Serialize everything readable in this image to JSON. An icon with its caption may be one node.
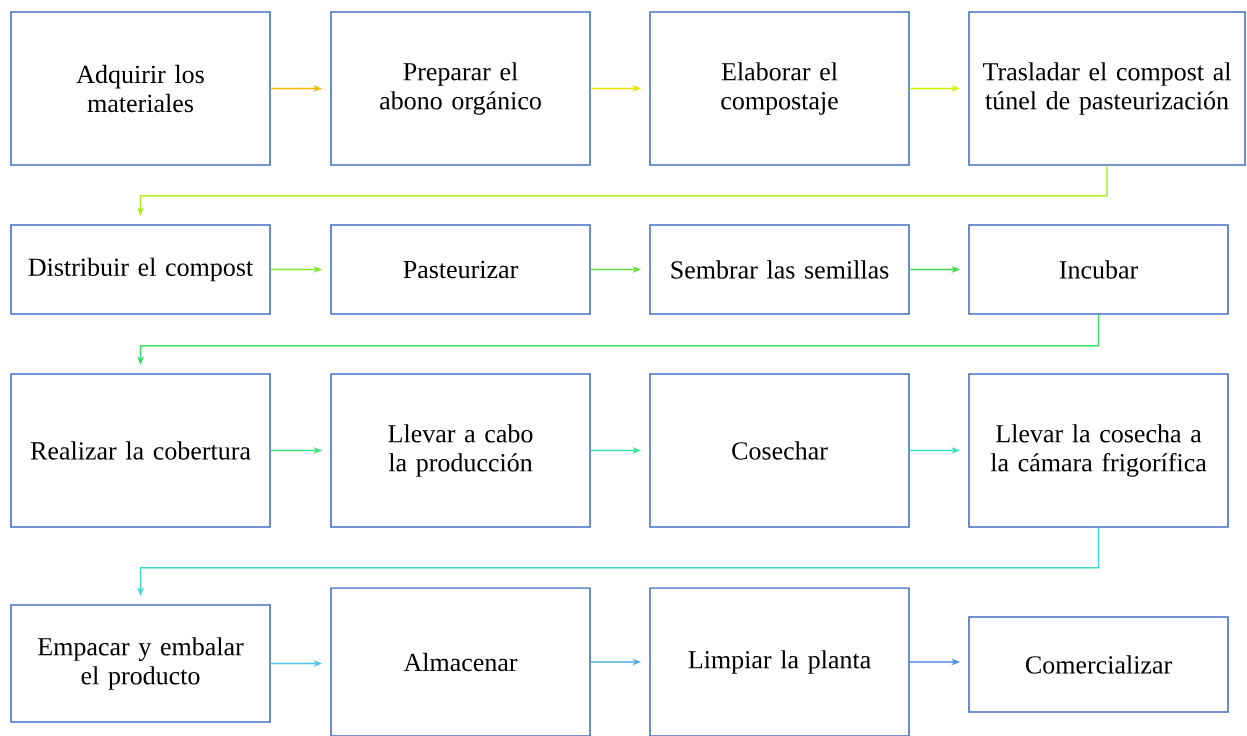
{
  "diagram": {
    "nodes": [
      {
        "text": [
          "Adquirir los materiales"
        ]
      },
      {
        "text": [
          "Preparar el abono orgánico"
        ]
      },
      {
        "text": [
          "Elaborar el compostaje"
        ]
      },
      {
        "text": [
          "Trasladar el compost al túnel de pasteurización"
        ]
      },
      {
        "text": [
          "Distribuir el compost"
        ]
      },
      {
        "text": [
          "Pasteurizar"
        ]
      },
      {
        "text": [
          "Sembrar las semillas"
        ]
      },
      {
        "text": [
          "Incubar"
        ]
      },
      {
        "text": [
          "Realizar la cobertura"
        ]
      },
      {
        "text": [
          "Llevar a cabo la producción"
        ]
      },
      {
        "text": [
          "Cosechar"
        ]
      },
      {
        "text": [
          "Llevar la cosecha a la cámara frigorífica"
        ]
      },
      {
        "text": [
          "Empacar y embalar el producto"
        ]
      },
      {
        "text": [
          "Almacenar"
        ]
      },
      {
        "text": [
          "Limpiar la planta"
        ]
      },
      {
        "text": [
          "Comercializar"
        ]
      }
    ],
    "edges": [
      {
        "from": 0,
        "to": 1,
        "arrow": "to",
        "color": "#f5b800"
      },
      {
        "from": 1,
        "to": 2,
        "arrow": "to",
        "color": "#f0e000"
      },
      {
        "from": 2,
        "to": 3,
        "arrow": "to",
        "color": "#d4f000"
      },
      {
        "from": 3,
        "to": 4,
        "arrow": "to",
        "color": "#a8ec20"
      },
      {
        "from": 4,
        "to": 5,
        "arrow": "to",
        "color": "#80e830"
      },
      {
        "from": 5,
        "to": 6,
        "arrow": "to",
        "color": "#60e040"
      },
      {
        "from": 6,
        "to": 7,
        "arrow": "to",
        "color": "#40d850"
      },
      {
        "from": 7,
        "to": 8,
        "arrow": "to",
        "color": "#38dc60"
      },
      {
        "from": 8,
        "to": 9,
        "arrow": "to",
        "color": "#40e080"
      },
      {
        "from": 9,
        "to": 10,
        "arrow": "to",
        "color": "#40e0a0"
      },
      {
        "from": 10,
        "to": 11,
        "arrow": "to",
        "color": "#40e0b8"
      },
      {
        "from": 11,
        "to": 12,
        "arrow": "to",
        "color": "#40d8d0"
      },
      {
        "from": 12,
        "to": 13,
        "arrow": "to",
        "color": "#50c4e0"
      },
      {
        "from": 13,
        "to": 14,
        "arrow": "to",
        "color": "#50aee0"
      },
      {
        "from": 14,
        "to": 15,
        "arrow": "to",
        "color": "#5090e0"
      }
    ]
  }
}
